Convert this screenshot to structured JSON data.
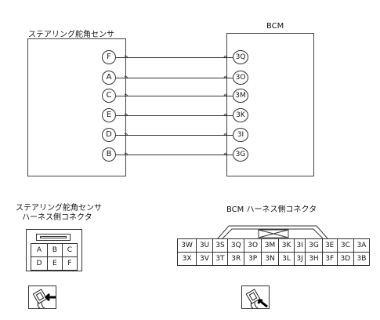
{
  "sensor": {
    "title": "ステアリング舵角センサ",
    "pins": [
      "F",
      "A",
      "C",
      "E",
      "D",
      "B"
    ]
  },
  "bcm": {
    "title": "BCM",
    "pins": [
      "3Q",
      "3O",
      "3M",
      "3K",
      "3I",
      "3G"
    ]
  },
  "sensor_connector": {
    "title_line1": "ステアリング舵角センサ",
    "title_line2": "ハーネス側コネクタ",
    "rows": [
      [
        "A",
        "B",
        "C"
      ],
      [
        "D",
        "E",
        "F"
      ]
    ]
  },
  "bcm_connector": {
    "title": "BCM ハーネス側コネクタ",
    "rows": [
      [
        "3W",
        "3U",
        "3S",
        "3Q",
        "3O",
        "3M",
        "3K",
        "3I",
        "3G",
        "3E",
        "3C",
        "3A"
      ],
      [
        "3X",
        "3V",
        "3T",
        "3R",
        "3P",
        "3N",
        "3L",
        "3J",
        "3H",
        "3F",
        "3D",
        "3B"
      ]
    ]
  },
  "icons": [
    "connector-front-view-icon",
    "connector-front-view-icon"
  ]
}
